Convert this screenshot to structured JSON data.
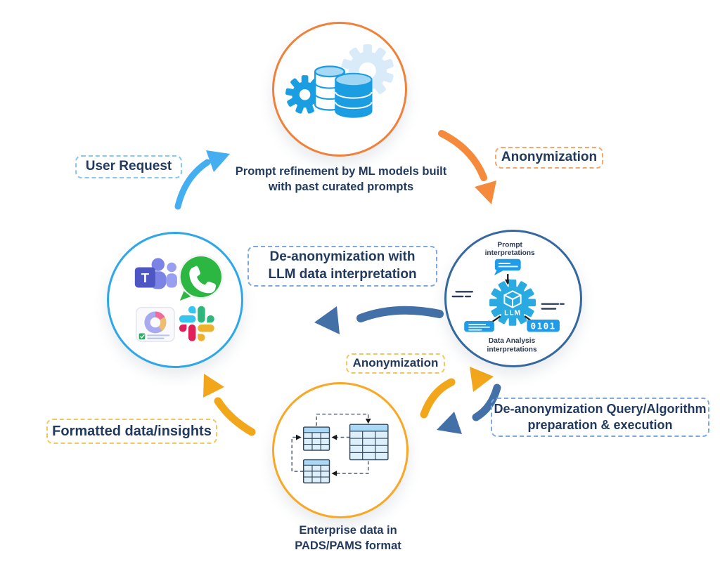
{
  "labels": {
    "user_request": "User Request",
    "anonymization_top": "Anonymization",
    "anonymization_mid": "Anonymization",
    "deanon_center_line1": "De-anonymization with",
    "deanon_center_line2": "LLM data interpretation",
    "deanon_query_line1": "De-anonymization Query/Algorithm",
    "deanon_query_line2": "preparation & execution",
    "formatted_insights": "Formatted data/insights"
  },
  "captions": {
    "prompt_refinement_line1": "Prompt refinement by  ML models built",
    "prompt_refinement_line2": "with past curated prompts",
    "enterprise_line1": "Enterprise data in",
    "enterprise_line2": "PADS/PAMS format"
  },
  "llm_node": {
    "top_line1": "Prompt",
    "top_line2": "interpretations",
    "gear_label": "LLM",
    "binary": "0101",
    "bottom_line1": "Data Analysis",
    "bottom_line2": "interpretations"
  },
  "apps_node": {
    "teams_letter": "T"
  },
  "icons": [
    "gear-database-icon",
    "llm-gear-icon",
    "cube-icon",
    "prompt-bubble-icon",
    "analysis-bubble-icon",
    "binary-box-icon",
    "linked-tables-icon",
    "teams-icon",
    "whatsapp-icon",
    "report-chart-icon",
    "slack-icon"
  ],
  "colors": {
    "text_navy": "#223a5e",
    "circle_orange": "#f0813b",
    "circle_lightblue": "#2ea7e9",
    "circle_steelblue": "#35689e",
    "circle_gold": "#f9a826",
    "arrow_lightblue": "#45aef0",
    "arrow_orange": "#f68a3c",
    "arrow_steelblue": "#4370a6",
    "arrow_gold": "#f2a71b",
    "icon_blue": "#1b9de2"
  }
}
